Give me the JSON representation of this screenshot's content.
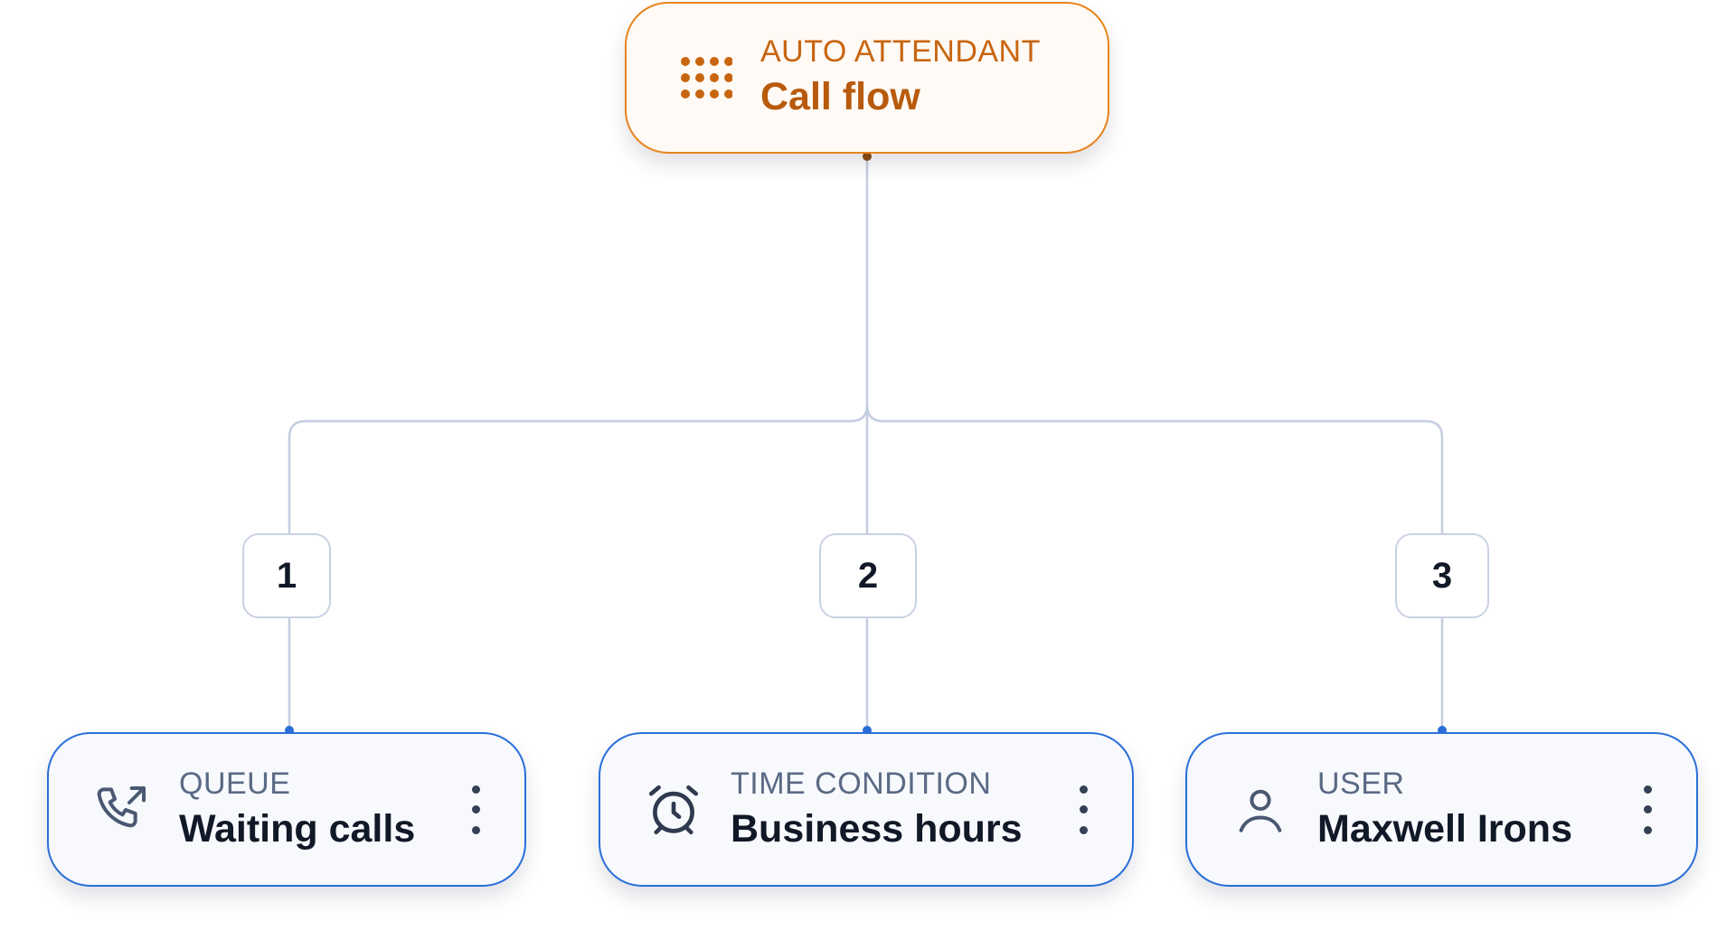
{
  "root": {
    "kind": "AUTO ATTENDANT",
    "title": "Call flow",
    "icon": "dialpad-icon",
    "color": "#e8841f"
  },
  "options": [
    {
      "digit": "1"
    },
    {
      "digit": "2"
    },
    {
      "digit": "3"
    }
  ],
  "destinations": [
    {
      "kind": "QUEUE",
      "title": "Waiting calls",
      "icon": "phone-outgoing-icon",
      "menu_icon": "more-vertical-icon"
    },
    {
      "kind": "TIME CONDITION",
      "title": "Business hours",
      "icon": "alarm-clock-icon",
      "menu_icon": "more-vertical-icon"
    },
    {
      "kind": "USER",
      "title": "Maxwell Irons",
      "icon": "user-icon",
      "menu_icon": "more-vertical-icon"
    }
  ],
  "colors": {
    "accent_destination": "#2b6fd9",
    "connector": "#c5cde0"
  }
}
